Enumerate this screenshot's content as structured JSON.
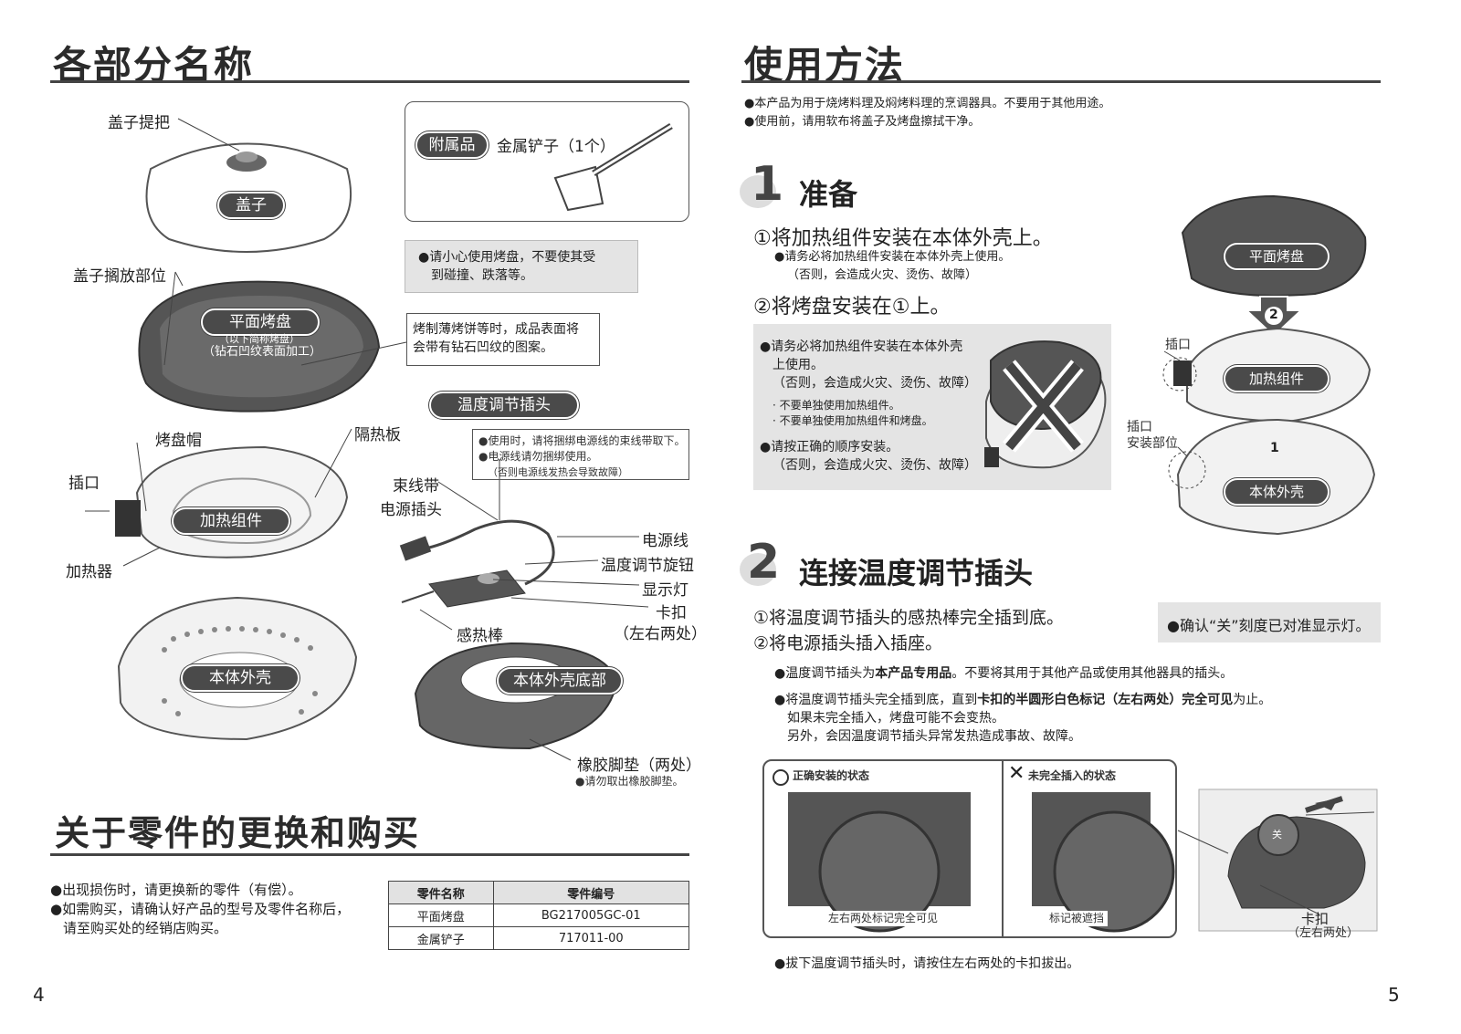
{
  "left": {
    "title": "各部分名称",
    "labels": {
      "lid_handle": "盖子提把",
      "lid": "盖子",
      "lid_rest": "盖子搁放部位",
      "flat_plate": "平面烤盘",
      "flat_plate_sub1": "（以下简称烤盘）",
      "flat_plate_sub2": "（钻石凹纹表面加工）",
      "plate_cap": "烤盘帽",
      "insulation": "隔热板",
      "socket": "插口",
      "heating_unit": "加热组件",
      "heater": "加热器",
      "body_shell": "本体外壳",
      "body_bottom": "本体外壳底部",
      "temp_plug": "温度调节插头",
      "cable_tie": "束线带",
      "power_plug": "电源插头",
      "power_cord": "电源线",
      "temp_knob": "温度调节旋钮",
      "indicator": "显示灯",
      "clip": "卡扣",
      "clip_sub": "（左右两处）",
      "sensor_rod": "感热棒",
      "rubber_feet": "橡胶脚垫（两处）",
      "rubber_note": "●请勿取出橡胶脚垫。"
    },
    "accessory": {
      "tag": "附属品",
      "text": "金属铲子（1个）"
    },
    "care_note": [
      "●请小心使用烤盘，不要使其受",
      "到碰撞、跌落等。"
    ],
    "pancake_note": [
      "烤制薄烤饼等时，成品表面将",
      "会带有钻石凹纹的图案。"
    ],
    "plug_notes": [
      "●使用时，请将捆绑电源线的束线带取下。",
      "●电源线请勿捆绑使用。",
      "（否则电源线发热会导致故障）"
    ],
    "parts_section": {
      "title": "关于零件的更换和购买",
      "lines": [
        "●出现损伤时，请更换新的零件（有偿）。",
        "●如需购买，请确认好产品的型号及零件名称后，",
        "请至购买处的经销店购买。"
      ],
      "table": {
        "headers": [
          "零件名称",
          "零件编号"
        ],
        "rows": [
          [
            "平面烤盘",
            "BG217005GC-01"
          ],
          [
            "金属铲子",
            "717011-00"
          ]
        ]
      }
    },
    "page_num": "4"
  },
  "right": {
    "title": "使用方法",
    "intro": [
      "●本产品为用于烧烤料理及焖烤料理的烹调器具。不要用于其他用途。",
      "●使用前，请用软布将盖子及烤盘擦拭干净。"
    ],
    "step1": {
      "num": "1",
      "title": "准备",
      "sub1": "①将加热组件安装在本体外壳上。",
      "sub1_notes": [
        "●请务必将加热组件安装在本体外壳上使用。",
        "（否则，会造成火灾、烫伤、故障）"
      ],
      "sub2": "②将烤盘安装在①上。",
      "grey_notes": [
        "●请务必将加热组件安装在本体外壳",
        "上使用。",
        "（否则，会造成火灾、烫伤、故障）",
        "· 不要单独使用加热组件。",
        "· 不要单独使用加热组件和烤盘。",
        "●请按正确的顺序安装。",
        "（否则，会造成火灾、烫伤、故障）"
      ],
      "diagram": {
        "flat_plate": "平面烤盘",
        "heating_unit": "加热组件",
        "body_shell": "本体外壳",
        "socket": "插口",
        "socket_mount1": "插口",
        "socket_mount2": "安装部位",
        "badge2": "2",
        "badge1": "1"
      }
    },
    "step2": {
      "num": "2",
      "title": "连接温度调节插头",
      "sub1": "①将温度调节插头的感热棒完全插到底。",
      "sub2": "②将电源插头插入插座。",
      "confirm": "●确认“关”刻度已对准显示灯。",
      "note1_a": "●温度调节插头为",
      "note1_b": "本产品专用品",
      "note1_c": "。不要将其用于其他产品或使用其他器具的插头。",
      "note2_a": "●将温度调节插头完全插到底，直到",
      "note2_b": "卡扣的半圆形白色标记（左右两处）完全可见",
      "note2_c": "为止。",
      "note2_lines": [
        "如果未完全插入，烤盘可能不会变热。",
        "另外，会因温度调节插头异常发热造成事故、故障。"
      ],
      "correct_title": "正确安装的状态",
      "correct_caption": "左右两处标记完全可见",
      "wrong_title": "未完全插入的状态",
      "wrong_caption": "标记被遮挡",
      "clip": "卡扣",
      "clip_sub": "（左右两处）",
      "knob_mark": "关",
      "bottom_note": "●拔下温度调节插头时，请按住左右两处的卡扣拔出。"
    },
    "page_num": "5"
  }
}
